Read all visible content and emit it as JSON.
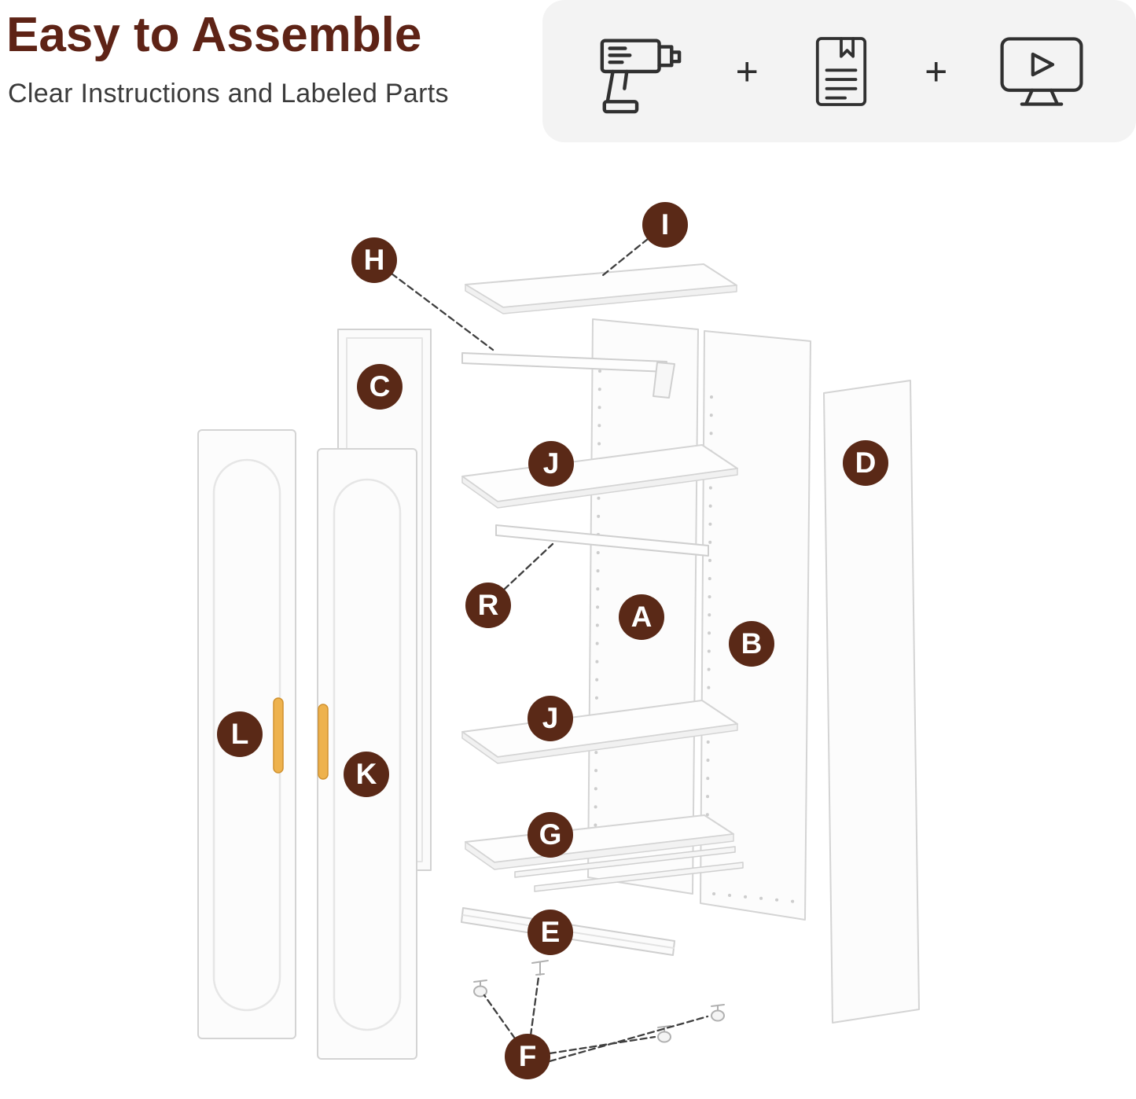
{
  "header": {
    "title": "Easy to Assemble",
    "subtitle": "Clear Instructions and Labeled Parts"
  },
  "feature_box": {
    "plus": "+",
    "icons": [
      "power-drill",
      "instruction-manual",
      "video-tutorial"
    ]
  },
  "diagram": {
    "labels": [
      {
        "letter": "I"
      },
      {
        "letter": "H"
      },
      {
        "letter": "C"
      },
      {
        "letter": "J"
      },
      {
        "letter": "D"
      },
      {
        "letter": "R"
      },
      {
        "letter": "A"
      },
      {
        "letter": "B"
      },
      {
        "letter": "J"
      },
      {
        "letter": "L"
      },
      {
        "letter": "K"
      },
      {
        "letter": "G"
      },
      {
        "letter": "E"
      },
      {
        "letter": "F"
      }
    ]
  },
  "colors": {
    "accent_maroon": "#5e2316",
    "badge_bg": "#5a2917",
    "subtitle_color": "#3b3b3b",
    "feature_box_bg": "#f3f3f3",
    "handle_gold": "#eeb24d"
  }
}
